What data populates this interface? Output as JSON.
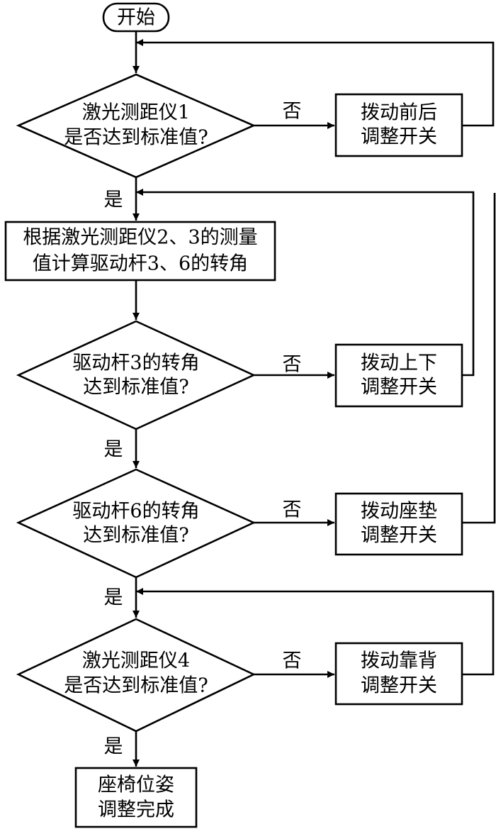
{
  "colors": {
    "line": "#000000",
    "background": "#ffffff"
  },
  "nodes": {
    "start": {
      "lines": [
        "开始"
      ]
    },
    "check_laser1": {
      "lines": [
        "激光测距仪1",
        "是否达到标准值?"
      ]
    },
    "adjust_front_back": {
      "lines": [
        "拨动前后",
        "调整开关"
      ]
    },
    "compute_angles": {
      "lines": [
        "根据激光测距仪2、3的测量",
        "值计算驱动杆3、6的转角"
      ]
    },
    "check_rod3": {
      "lines": [
        "驱动杆3的转角",
        "达到标准值?"
      ]
    },
    "adjust_up_down": {
      "lines": [
        "拨动上下",
        "调整开关"
      ]
    },
    "check_rod6": {
      "lines": [
        "驱动杆6的转角",
        "达到标准值?"
      ]
    },
    "adjust_cushion": {
      "lines": [
        "拨动座垫",
        "调整开关"
      ]
    },
    "check_laser4": {
      "lines": [
        "激光测距仪4",
        "是否达到标准值?"
      ]
    },
    "adjust_backrest": {
      "lines": [
        "拨动靠背",
        "调整开关"
      ]
    },
    "done": {
      "lines": [
        "座椅位姿",
        "调整完成"
      ]
    }
  },
  "edge_labels": {
    "no_1": "否",
    "yes_1": "是",
    "no_2": "否",
    "yes_2": "是",
    "no_3": "否",
    "yes_3": "是",
    "no_4": "否",
    "yes_4": "是"
  }
}
